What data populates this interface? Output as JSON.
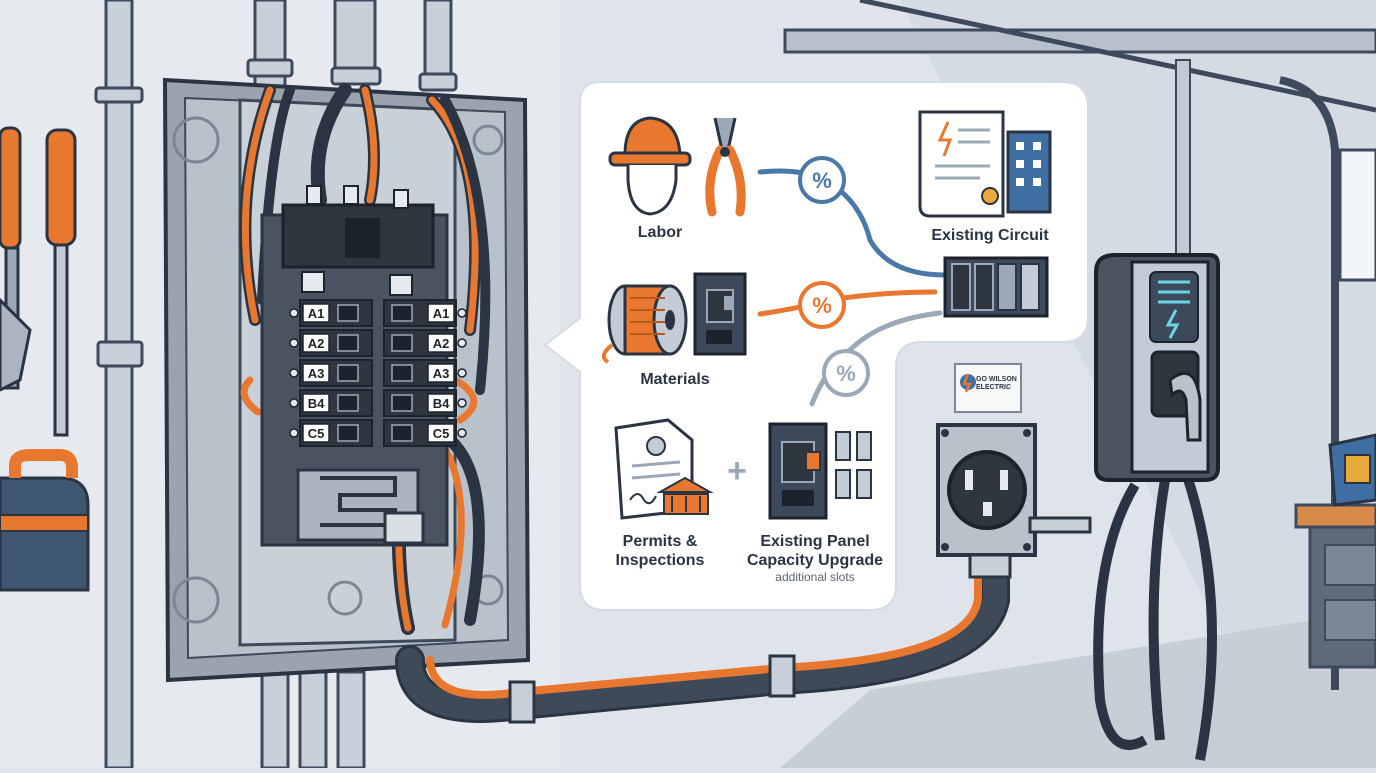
{
  "colors": {
    "orange": "#e8782f",
    "navy": "#3c4a5c",
    "steel_blue": "#4a79a8",
    "grey_blue": "#9aa8b8",
    "wall": "#dfe4ea",
    "panel_grey": "#8d96a2"
  },
  "callout": {
    "labor": "Labor",
    "existing_circuit": "Existing Circuit",
    "materials": "Materials",
    "permits_line1": "Permits &",
    "permits_line2": "Inspections",
    "plus": "+",
    "panel_line1": "Existing Panel",
    "panel_line2": "Capacity Upgrade",
    "panel_sub": "additional slots",
    "percent": "%"
  },
  "breakers": {
    "left": [
      "A1",
      "A2",
      "A3",
      "B4",
      "C5"
    ],
    "right": [
      "A1",
      "A2",
      "A3",
      "B4",
      "C5"
    ]
  },
  "logo": {
    "line1": "GO WILSON",
    "line2": "ELECTRIC"
  },
  "icons": [
    "hard-hat-icon",
    "pliers-icon",
    "certificate-icon",
    "building-icon",
    "wire-spool-icon",
    "breaker-icon",
    "document-icon",
    "courthouse-icon",
    "lightning-icon"
  ]
}
